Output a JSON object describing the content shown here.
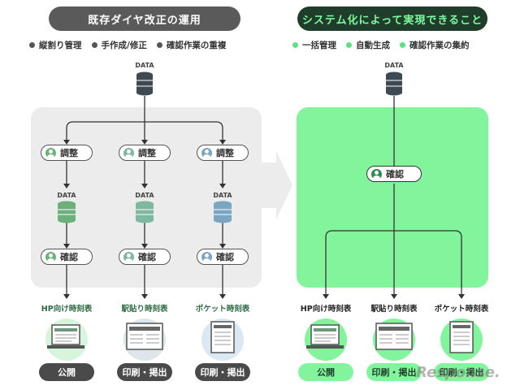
{
  "left": {
    "title": "既存ダイヤ改正の運用",
    "bullets": [
      "縦割り管理",
      "手作成/修正",
      "確認作業の重複"
    ],
    "data_label": "DATA",
    "adjust_label": "調整",
    "confirm_label": "確認",
    "outputs": [
      {
        "label": "HP向け時刻表",
        "action": "公開"
      },
      {
        "label": "駅貼り時刻表",
        "action": "印刷・掲出"
      },
      {
        "label": "ポケット時刻表",
        "action": "印刷・掲出"
      }
    ]
  },
  "right": {
    "title": "システム化によって実現できること",
    "bullets": [
      "一括管理",
      "自動生成",
      "確認作業の集約"
    ],
    "data_label": "DATA",
    "confirm_label": "確認",
    "outputs": [
      {
        "label": "HP向け時刻表",
        "action": "公開"
      },
      {
        "label": "駅貼り時刻表",
        "action": "印刷・掲出"
      },
      {
        "label": "ポケット時刻表",
        "action": "印刷・掲出"
      }
    ]
  },
  "watermark": "Response.",
  "colors": {
    "left_title_bg": "#5a5a5a",
    "right_title_bg": "#1f3d2a",
    "right_title_text": "#7dfc9f",
    "left_panel": "#ececec",
    "right_panel": "#82f59c",
    "left_accent": "#2e6b45",
    "right_accent": "#2e8b50",
    "db_dark": "#3e4a52",
    "db_green": "#6db07c",
    "db_gray_green": "#7fb8a0",
    "db_blue": "#7aa6c2"
  },
  "icons": [
    "database-icon",
    "person-icon",
    "laptop-icon",
    "poster-icon",
    "booklet-icon",
    "arrow-right-icon"
  ]
}
